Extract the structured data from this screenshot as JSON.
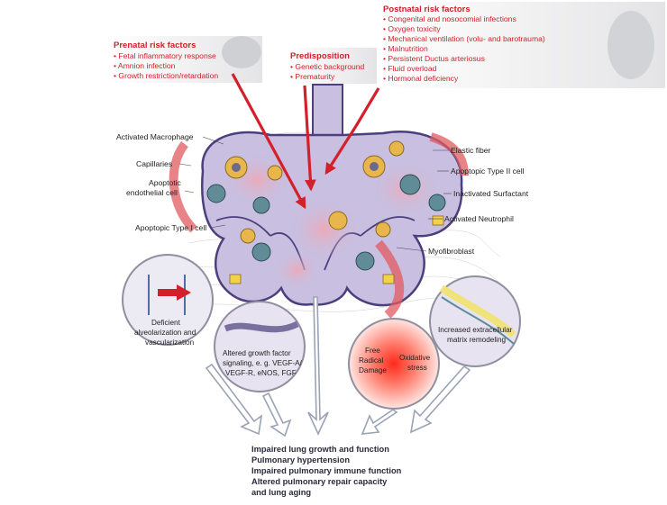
{
  "prenatal": {
    "title": "Prenatal risk factors",
    "items": [
      "• Fetal inflammatory response",
      "• Amnion infection",
      "• Growth restriction/retardation"
    ]
  },
  "predisposition": {
    "title": "Predisposition",
    "items": [
      "• Genetic background",
      "• Prematurity"
    ]
  },
  "postnatal": {
    "title": "Postnatal risk factors",
    "items": [
      "• Congenital and nosocomial infections",
      "• Oxygen toxicity",
      "• Mechanical ventilation (volu- and barotrauma)",
      "• Malnutrition",
      "• Persistent Ductus arteriosus",
      "• Fluid overload",
      "• Hormonal deficiency"
    ]
  },
  "left_labels": {
    "macrophage": "Activated Macrophage",
    "capillaries": "Capillaries",
    "endothelial_1": "Apoptotic",
    "endothelial_2": "endothelial cell",
    "type1": "Apoptopic Type I cell"
  },
  "right_labels": {
    "elastic": "Elastic fiber",
    "type2": "Apoptopic Type II cell",
    "surfactant": "Inactivated Surfactant",
    "neutrophil": "Activated Neutrophil",
    "myofibroblast": "Myofibroblast"
  },
  "circles": {
    "c1": [
      "Deficient",
      "alveolarization and",
      "vascularization"
    ],
    "c2": [
      "Altered growth factor",
      "signaling, e. g. VEGF-A/",
      "VEGF-R, eNOS, FGF"
    ],
    "c3_left": [
      "Free",
      "Radical",
      "Damage"
    ],
    "c3_right": [
      "Oxidative",
      "stress"
    ],
    "c4": [
      "Increased extracellular",
      "matrix remodeling"
    ]
  },
  "outcomes": [
    "Impaired lung growth and function",
    "Pulmonary hypertension",
    "Impaired pulmonary immune function",
    "Altered pulmonary repair capacity",
    "and lung aging"
  ],
  "colors": {
    "risk_red": "#d4202a",
    "alveolus": "#c9bfe0",
    "alveolus_border": "#4b3f7d",
    "circle_fill": "#e7e3f0",
    "arrow_outline": "#9aa3b4"
  }
}
